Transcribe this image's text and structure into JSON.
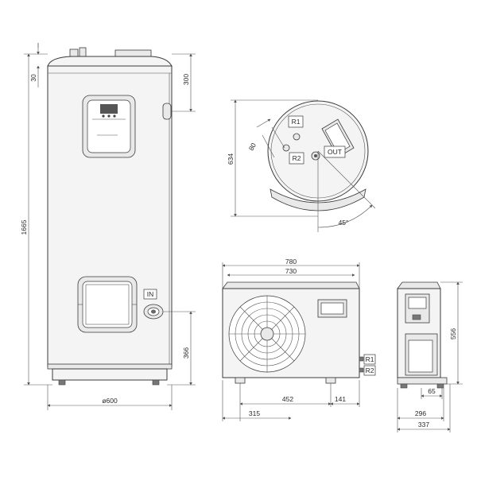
{
  "tank": {
    "dims": {
      "total_height": "1665",
      "top_cap": "30",
      "top_to_fitting": "300",
      "inlet_height": "366",
      "diameter": "ø600"
    },
    "inlet_label": "IN"
  },
  "top_view": {
    "depth": "634",
    "offset": "80",
    "angle": "45°",
    "labels": {
      "r1": "R1",
      "r2": "R2",
      "out": "OUT"
    }
  },
  "outdoor_unit_front": {
    "dims": {
      "total_width": "780",
      "inner_width": "730",
      "center_offset": "315",
      "feet_spacing": "452",
      "right_offset": "141"
    },
    "labels": {
      "r1": "R1",
      "r2": "R2"
    }
  },
  "outdoor_unit_side": {
    "dims": {
      "height": "556",
      "offset": "65",
      "inner_depth": "296",
      "total_depth": "337"
    }
  }
}
